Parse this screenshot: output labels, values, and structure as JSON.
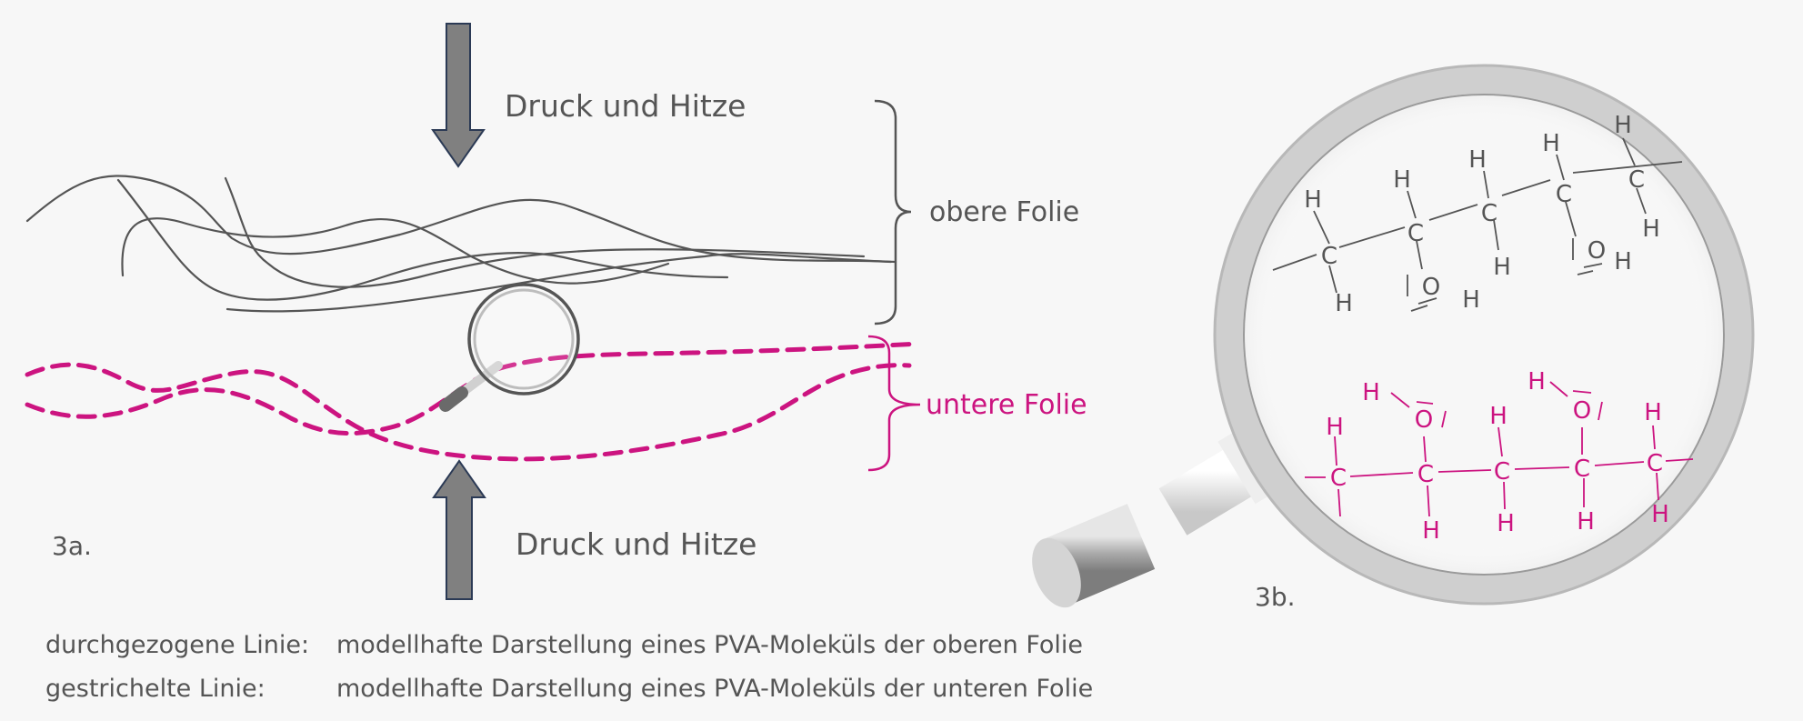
{
  "labels": {
    "pressure_top": "Druck und Hitze",
    "pressure_bottom": "Druck und Hitze",
    "upper_film": "obere Folie",
    "lower_film": "untere Folie",
    "panel_a": "3a.",
    "panel_b": "3b."
  },
  "legend": [
    {
      "key": "durchgezogene Linie:",
      "text": "modellhafte Darstellung eines PVA-Moleküls der oberen Folie"
    },
    {
      "key": "gestrichelte Linie:",
      "text": "modellhafte Darstellung eines PVA-Moleküls der unteren Folie"
    }
  ],
  "molecule_atoms": {
    "carbon": "C",
    "hydrogen": "H",
    "oxygen": "O"
  },
  "colors": {
    "upper": "#555555",
    "lower": "#cc1480",
    "arrow_fill": "#808080",
    "arrow_stroke": "#2b3a55",
    "text": "#555555"
  }
}
